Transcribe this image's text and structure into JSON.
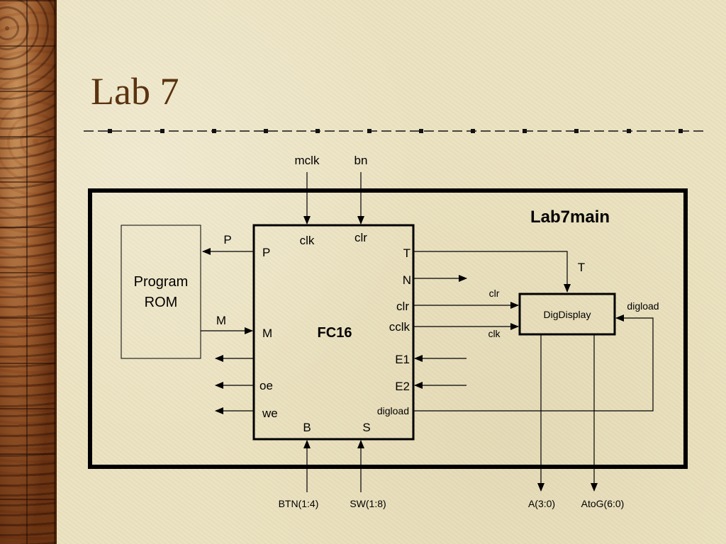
{
  "slide": {
    "title": "Lab 7"
  },
  "diagram": {
    "outer_label": "Lab7main",
    "inputs": {
      "mclk": "mclk",
      "bn": "bn",
      "btn": "BTN(1:4)",
      "sw": "SW(1:8)"
    },
    "outputs": {
      "a": "A(3:0)",
      "atog": "AtoG(6:0)"
    },
    "rom": {
      "line1": "Program",
      "line2": "ROM"
    },
    "fc16": {
      "name": "FC16",
      "ports": {
        "clk": "clk",
        "clr_top": "clr",
        "p": "P",
        "m": "M",
        "oe": "oe",
        "we": "we",
        "b": "B",
        "s": "S",
        "t": "T",
        "n": "N",
        "clr": "clr",
        "cclk": "cclk",
        "e1": "E1",
        "e2": "E2",
        "digload": "digload"
      }
    },
    "digdisplay": {
      "name": "DigDisplay"
    },
    "wire_labels": {
      "p": "P",
      "m": "M",
      "t": "T",
      "clr": "clr",
      "clk": "clk",
      "digload": "digload"
    }
  }
}
